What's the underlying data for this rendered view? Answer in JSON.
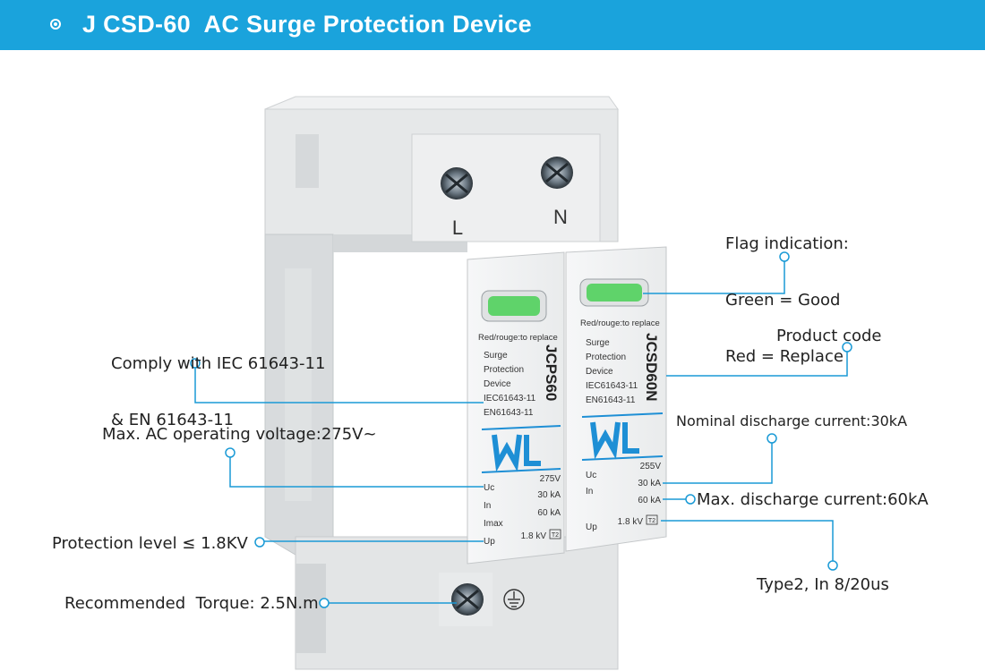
{
  "header": {
    "title": "J CSD-60  AC Surge Protection Device"
  },
  "device": {
    "terminal_left": "L",
    "terminal_right": "N",
    "warning_text": "Red/rouge:to  replace",
    "left_module": {
      "model": "JCPS60",
      "description": [
        "Surge",
        "Protection",
        "Device",
        "IEC61643-11",
        "EN61643-11"
      ],
      "specs": [
        {
          "label": "Uc",
          "value": "275V"
        },
        {
          "label": "In",
          "value": "30 kA"
        },
        {
          "label": "Imax",
          "value": "60 kA"
        },
        {
          "label": "Up",
          "value": "1.8 kV"
        }
      ]
    },
    "right_module": {
      "model": "JCSD60N",
      "description": [
        "Surge",
        "Protection",
        "Device",
        "IEC61643-11",
        "EN61643-11"
      ],
      "specs": [
        {
          "label": "Uc",
          "value": "255V"
        },
        {
          "label": "",
          "value": "30 kA"
        },
        {
          "label": "In",
          "value": "60 kA"
        },
        {
          "label": "Up",
          "value": "1.8 kV"
        }
      ]
    },
    "class_badge": "T2"
  },
  "callouts": {
    "flag_indication": [
      "Flag indication:",
      "Green = Good",
      "Red = Replace"
    ],
    "comply": [
      "Comply with IEC 61643-11",
      "& EN 61643-11"
    ],
    "product_code": "Product code",
    "nominal_discharge": "Nominal discharge current:30kA",
    "max_ac_voltage": "Max. AC operating voltage:275V~",
    "max_discharge": "Max. discharge current:60kA",
    "protection_level": "Protection level ≤ 1.8KV",
    "type2": "Type2, In 8/20us",
    "torque": "Recommended  Torque: 2.5N.m"
  },
  "colors": {
    "header_bg": "#1aa3dc",
    "leader_line": "#1a9ad6",
    "indicator_green": "#5fd36a",
    "logo_blue": "#1e8fd5"
  }
}
